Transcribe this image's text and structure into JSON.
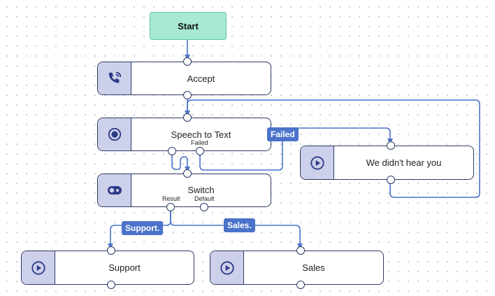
{
  "colors": {
    "wire": "#4a73c9",
    "node_border": "#2f3a66",
    "icon_bg": "#cdd0ea",
    "start_bg": "#a8e9d4",
    "tag_bg": "#4a73c9"
  },
  "start": {
    "label": "Start"
  },
  "nodes": {
    "accept": {
      "label": "Accept",
      "icon": "phone-ringing-icon"
    },
    "speech": {
      "label": "Speech to Text",
      "icon": "record-icon",
      "failed_port": "Failed"
    },
    "switch": {
      "label": "Switch",
      "icon": "toggle-icon",
      "result_port": "Result",
      "default_port": "Default"
    },
    "no_hear": {
      "label": "We didn't hear you",
      "icon": "play-icon"
    },
    "support": {
      "label": "Support",
      "icon": "play-icon"
    },
    "sales": {
      "label": "Sales",
      "icon": "play-icon"
    }
  },
  "edge_labels": {
    "failed": "Failed",
    "support": "Support.",
    "sales": "Sales."
  }
}
